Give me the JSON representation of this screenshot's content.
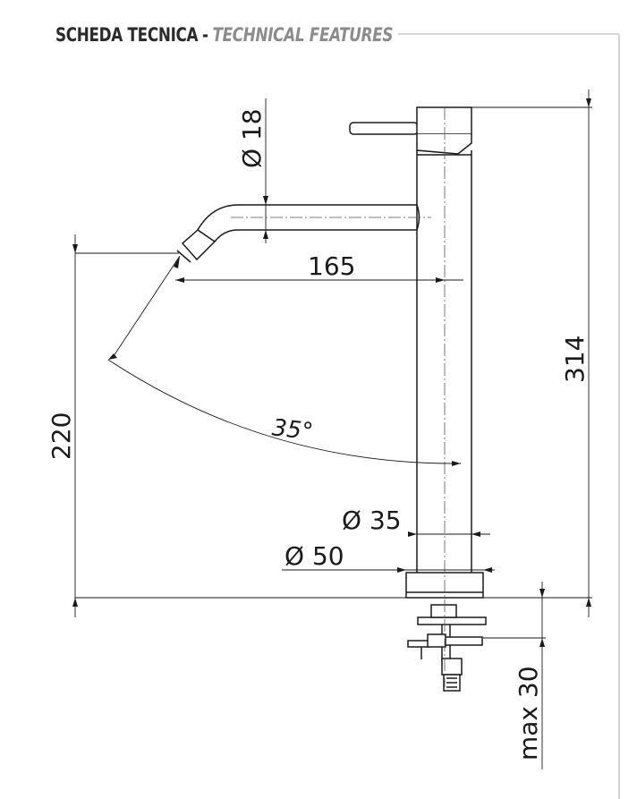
{
  "header": {
    "title_it": "SCHEDA TECNICA",
    "separator": "-",
    "title_en": "TECHNICAL FEATURES"
  },
  "dimensions": {
    "pipe_diameter": "Ø 18",
    "spout_reach": "165",
    "total_height": "314",
    "spout_height": "220",
    "rotation_angle": "35°",
    "body_diameter": "Ø 35",
    "base_diameter": "Ø 50",
    "max_thickness": "max 30"
  },
  "colors": {
    "text": "#1a1a1a",
    "header_text": "#2b2b2b",
    "header_accent": "#8c8c8c",
    "frame": "#c8c8c8"
  }
}
